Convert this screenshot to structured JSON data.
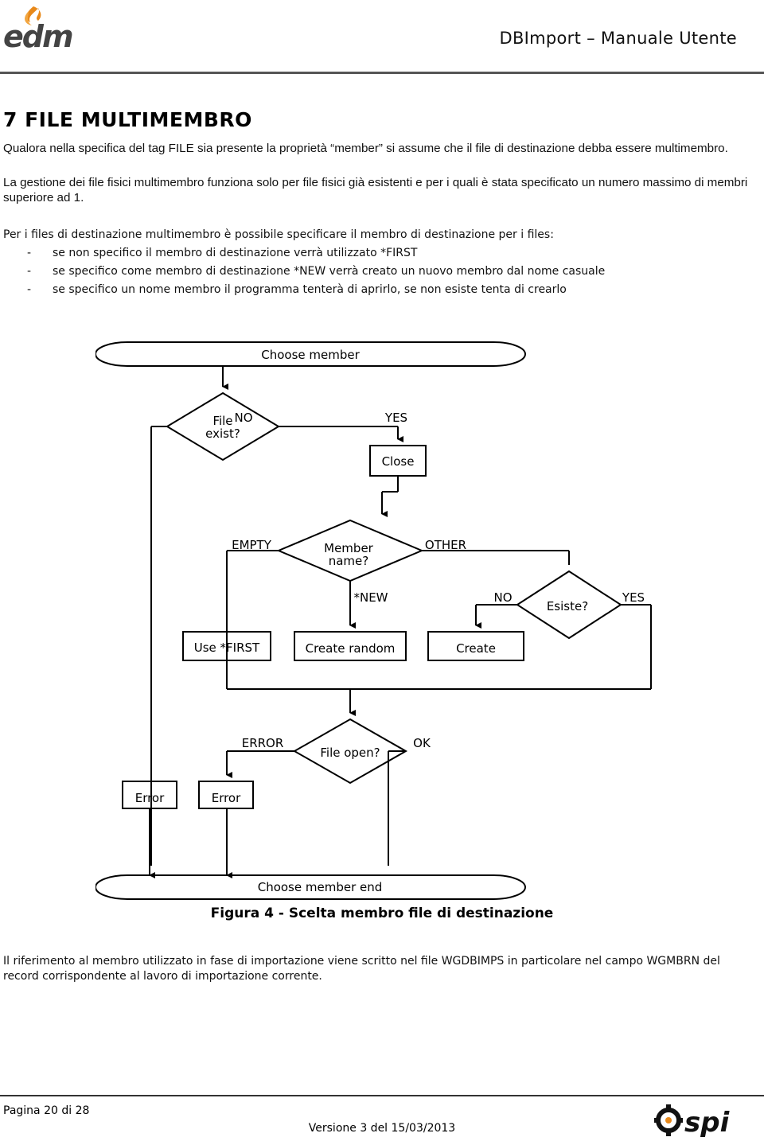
{
  "header": {
    "logo_text": "edm",
    "title": "DBImport – Manuale Utente"
  },
  "section": {
    "heading": "7  FILE MULTIMEMBRO",
    "para1": "Qualora nella specifica del tag FILE sia presente la proprietà “member” si assume che il file di destinazione debba essere multimembro.",
    "para2": "La gestione dei file fisici multimembro funziona solo per file fisici già esistenti e per i quali è stata specificato un numero massimo di membri superiore ad 1.",
    "para3": "Per i files di destinazione multimembro è possibile specificare il membro di destinazione per i files:",
    "bullets": [
      {
        "dash": "-",
        "text": "se non specifico il membro di destinazione verrà utilizzato *FIRST"
      },
      {
        "dash": "-",
        "text": "se specifico come membro di destinazione *NEW verrà creato un nuovo membro dal nome casuale"
      },
      {
        "dash": "-",
        "text": "se specifico un nome membro il programma tenterà di aprirlo, se non esiste tenta di crearlo"
      }
    ]
  },
  "flowchart": {
    "start": "Choose member",
    "d1_line1": "File",
    "d1_line2": "exist?",
    "d1_no": "NO",
    "d1_yes": "YES",
    "close": "Close",
    "d2_line1": "Member",
    "d2_line2": "name?",
    "d2_empty": "EMPTY",
    "d2_other": "OTHER",
    "d2_new": "*NEW",
    "d3": "Esiste?",
    "d3_no": "NO",
    "d3_yes": "YES",
    "use_first": "Use *FIRST",
    "create_random": "Create random",
    "create": "Create",
    "d4": "File open?",
    "d4_error": "ERROR",
    "d4_ok": "OK",
    "error1": "Error",
    "error2": "Error",
    "end": "Choose member end"
  },
  "caption": "Figura 4 - Scelta membro file di destinazione",
  "para4": "Il riferimento al membro utilizzato in fase di importazione viene scritto nel file WGDBIMPS in particolare nel campo WGMBRN del record corrispondente al lavoro di importazione corrente.",
  "footer": {
    "page": "Pagina 20 di 28",
    "version": "Versione 3 del 15/03/2013",
    "logo_text": "spi"
  }
}
